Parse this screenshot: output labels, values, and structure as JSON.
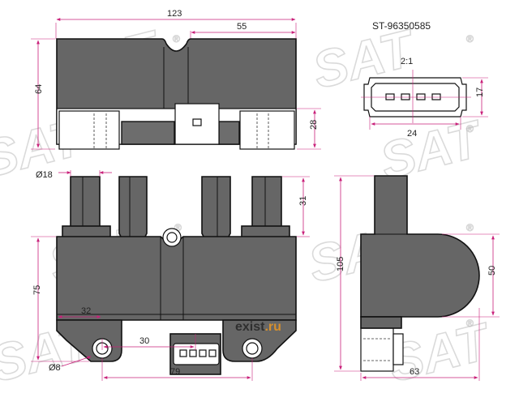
{
  "part_number": "ST-96350585",
  "connector_scale": "2:1",
  "dimensions": {
    "total_width": "123",
    "half_width": "55",
    "body_height": "64",
    "mount_height": "28",
    "connector_width": "24",
    "connector_height": "17",
    "tower_diameter": "Ø18",
    "tower_height": "31",
    "front_height": "75",
    "hole_offset": "32",
    "hole_diameter": "Ø8",
    "connector_offset": "30",
    "hole_spacing": "79",
    "side_total_height": "105",
    "side_radius_height": "50",
    "side_depth": "63"
  },
  "watermark": {
    "brand": "SAT",
    "site_prefix": "exist",
    "site_suffix": ".ru",
    "registered_mark": "®"
  },
  "colors": {
    "part_fill": "#666666",
    "dimension_line": "#c9207a",
    "watermark": "#bdbdbd",
    "site_orange": "#f29a1f"
  }
}
